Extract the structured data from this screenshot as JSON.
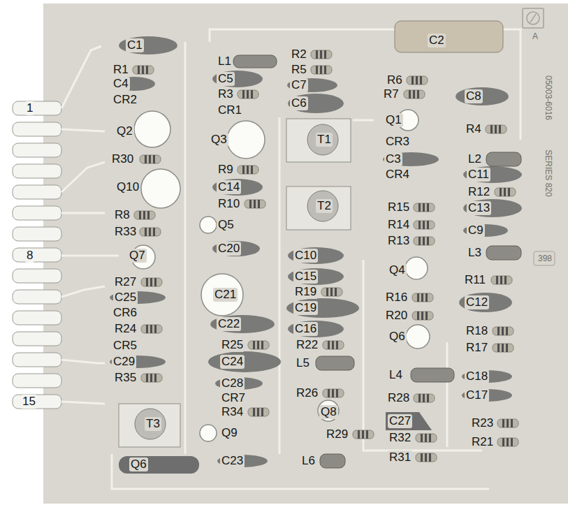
{
  "diagram": {
    "labels": [
      "C1",
      "C2",
      "A",
      "05003-6016",
      "SERIES 820",
      "R1",
      "L1",
      "R2",
      "R5",
      "C5",
      "C4",
      "C7",
      "R3",
      "CR2",
      "CR1",
      "C6",
      "R6",
      "R7",
      "C8",
      "1",
      "Q1",
      "R4",
      "Q2",
      "Q3",
      "T1",
      "CR3",
      "C3",
      "L2",
      "R30",
      "CR4",
      "C11",
      "R9",
      "Q10",
      "C14",
      "R12",
      "T2",
      "R15",
      "C13",
      "R10",
      "R14",
      "C9",
      "R8",
      "Q5",
      "R33",
      "R13",
      "L3",
      "8",
      "C20",
      "Q7",
      "C10",
      "Q4",
      "R11",
      "C15",
      "R27",
      "C21",
      "R19",
      "C25",
      "R16",
      "C12",
      "CR6",
      "C19",
      "R20",
      "C22",
      "C16",
      "R24",
      "Q6",
      "R18",
      "CR5",
      "R25",
      "R22",
      "R17",
      "C29",
      "C24",
      "L5",
      "L4",
      "R35",
      "C18",
      "C28",
      "R26",
      "CR7",
      "R28",
      "C17",
      "15",
      "Q8",
      "R34",
      "T3",
      "C27",
      "R23",
      "Q9",
      "R29",
      "R32",
      "R21",
      "Q6",
      "C23",
      "L6",
      "R31",
      "398"
    ]
  }
}
